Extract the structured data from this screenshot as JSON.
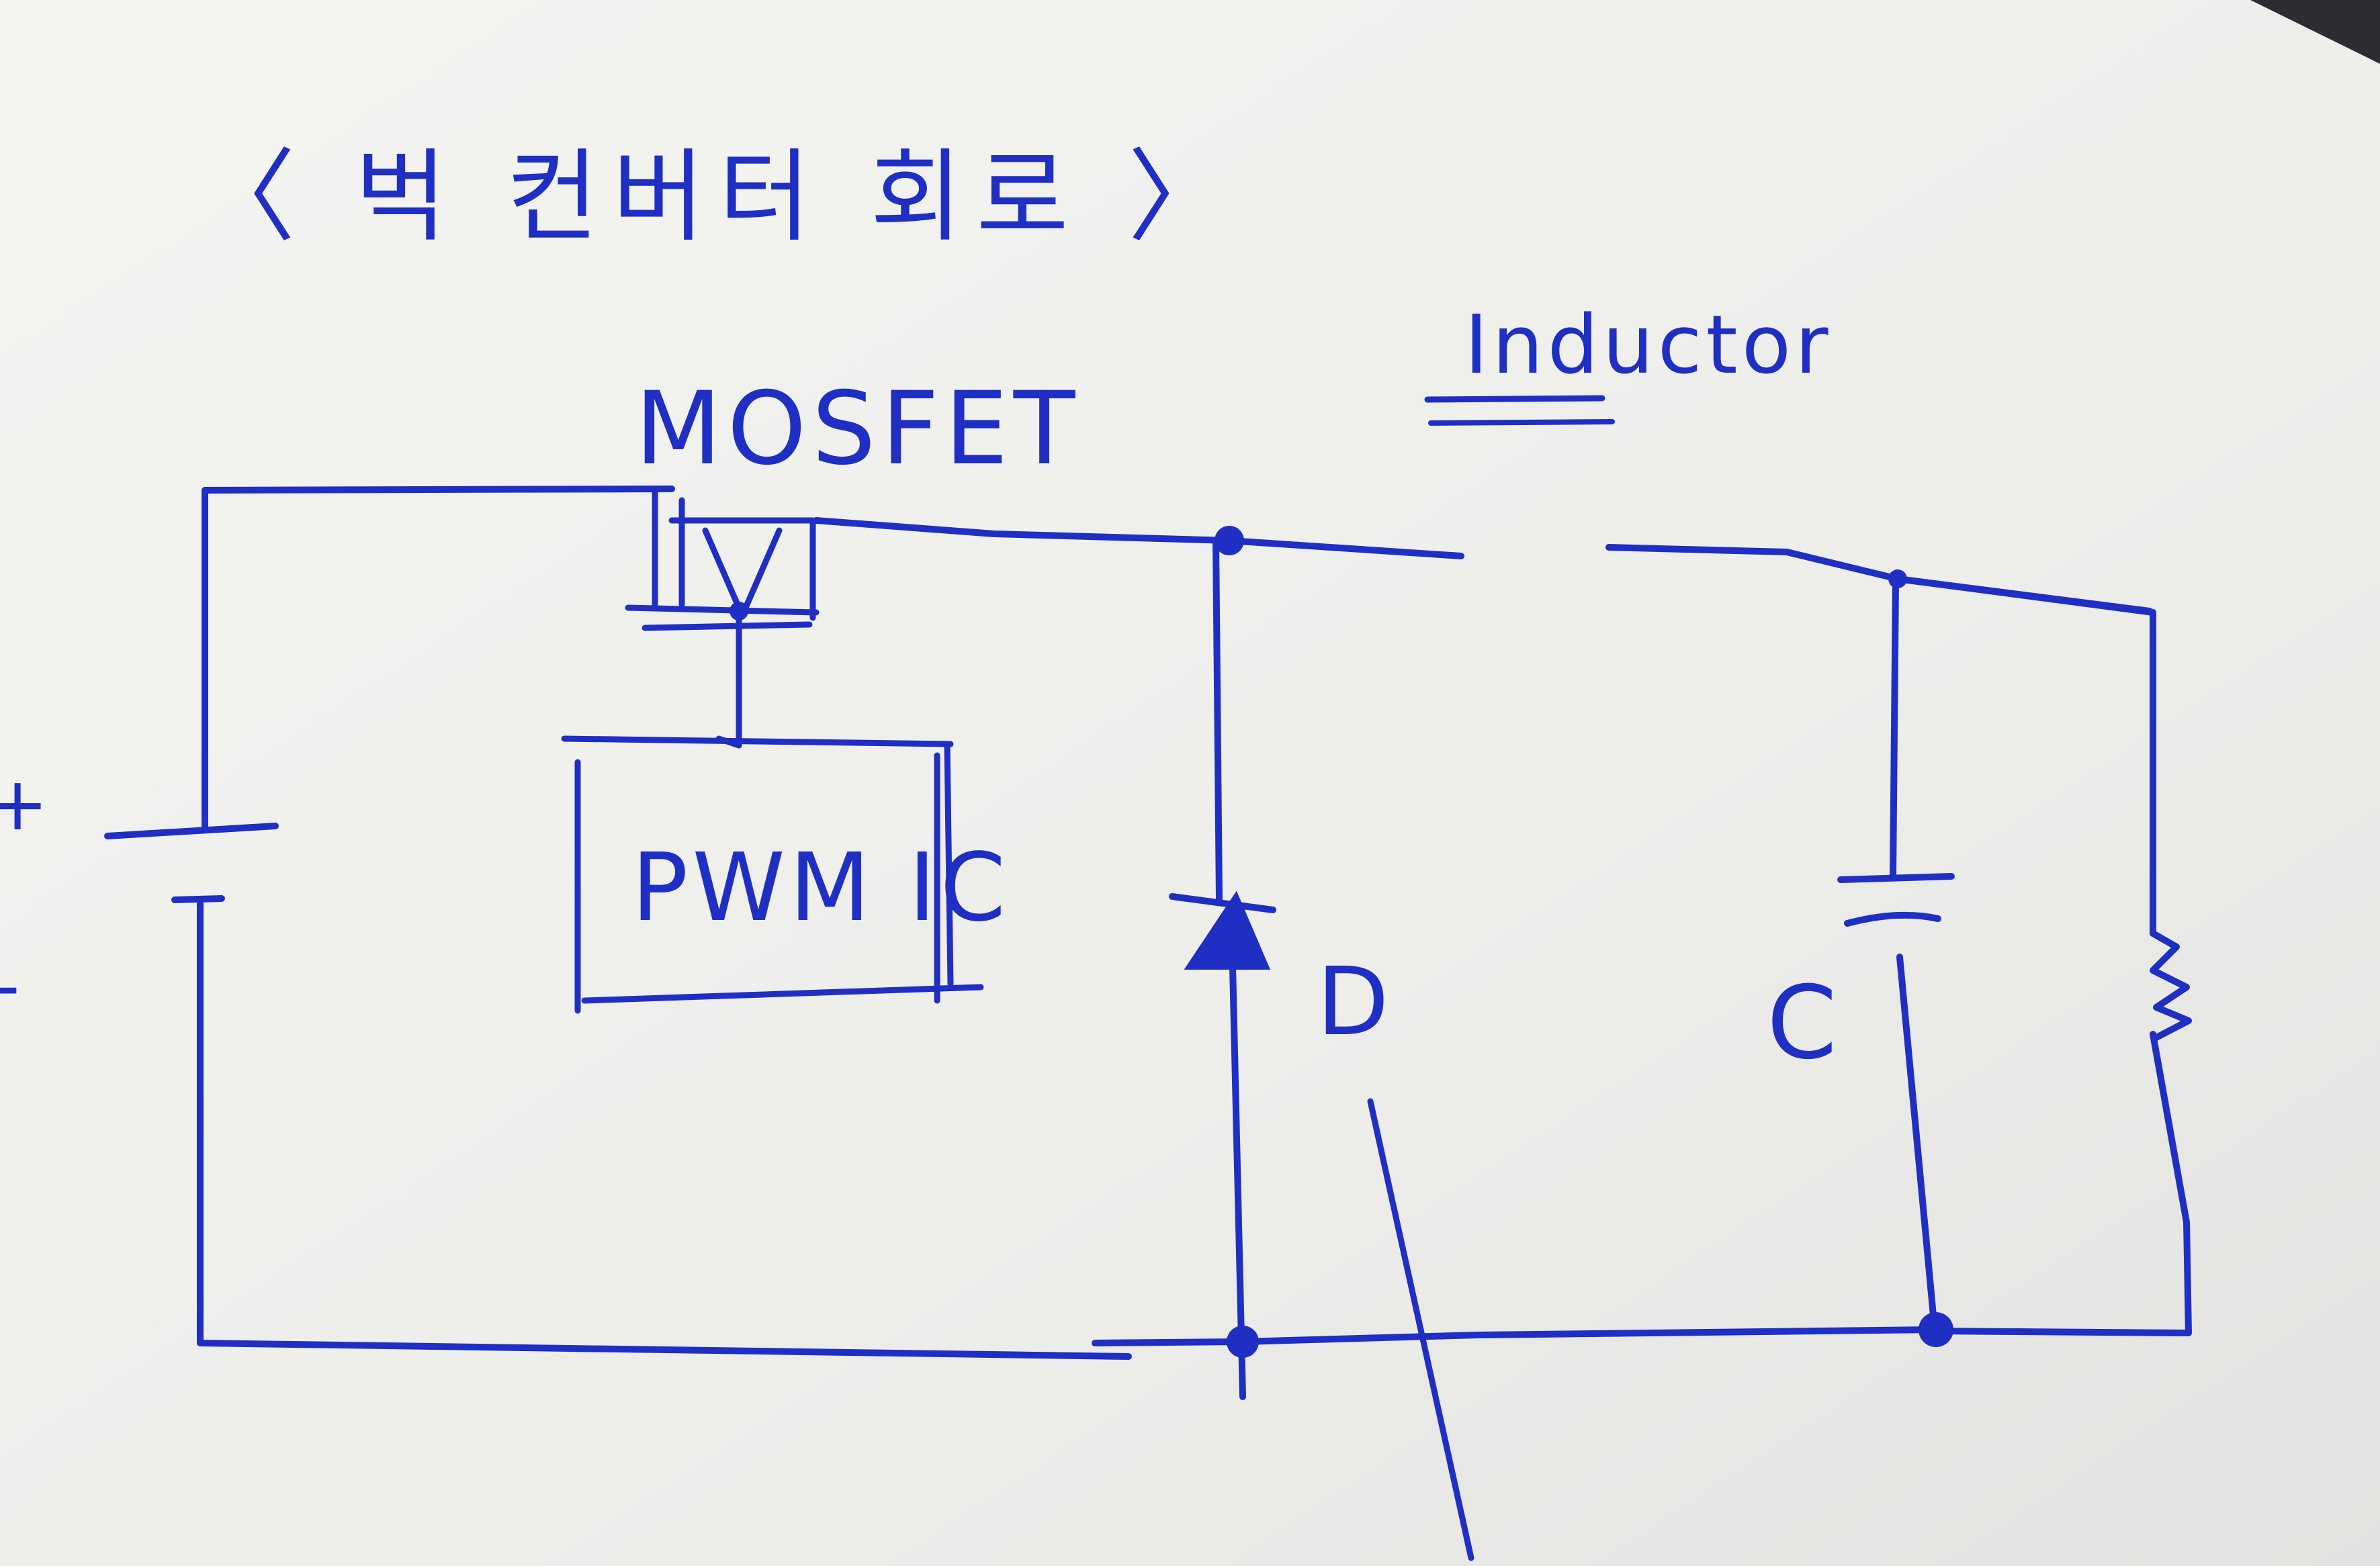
{
  "title": "〈 벅 컨버터 회로 〉",
  "labels": {
    "mosfet": "MOSFET",
    "inductor": "Inductor",
    "pwm_ic": "PWM IC",
    "diode": "D",
    "capacitor": "C",
    "plus": "+",
    "minus": "-"
  },
  "colors": {
    "ink": "#1f2fc4",
    "paper": "#f1f1ee",
    "background": "#2b2d31"
  }
}
